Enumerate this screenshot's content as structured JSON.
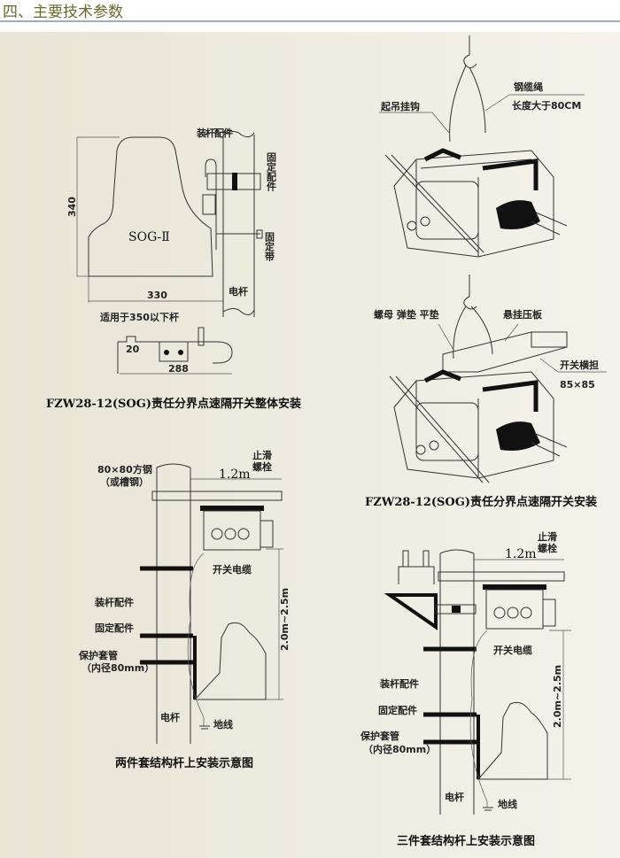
{
  "header": {
    "title": "四、主要技术参数"
  },
  "colors": {
    "title": "#6c6a2c",
    "rule": "#7f95a6",
    "panel": "#ebe7da"
  },
  "fig1": {
    "shield_label": "SOG-Ⅱ",
    "dim_height": "340",
    "dim_width": "330",
    "pole_fitting": "装杆配件",
    "fix_fitting": "固定配件",
    "fix_strap": "固定带",
    "pole": "电杆",
    "note": "适用于350以下杆",
    "bracket_dim_a": "20",
    "bracket_dim_b": "288",
    "caption": "FZW28-12(SOG)责任分界点速隔开关整体安装"
  },
  "fig2": {
    "lift_hook": "起吊挂钩",
    "cable": "钢缆绳",
    "cable_length": "长度大于80CM",
    "nut_washers": "螺母 弹垫 平垫",
    "hang_plate": "悬挂压板",
    "crossarm": "开关横担",
    "crossarm_size": "85×85",
    "caption": "FZW28-12(SOG)责任分界点速隔开关安装"
  },
  "fig3": {
    "steel": "80×80方钢",
    "steel_alt": "（或槽钢）",
    "span": "1.2m",
    "anti_slip_1": "止滑",
    "anti_slip_2": "螺栓",
    "switch_cable": "开关电缆",
    "pole_fitting": "装杆配件",
    "fix_fitting": "固定配件",
    "sleeve": "保护套管",
    "sleeve_dia": "（内径80mm）",
    "height": "2.0m~2.5m",
    "pole": "电杆",
    "ground": "地线",
    "caption": "两件套结构杆上安装示意图"
  },
  "fig4": {
    "span": "1.2m",
    "anti_slip_1": "止滑",
    "anti_slip_2": "螺栓",
    "switch_cable": "开关电缆",
    "pole_fitting": "装杆配件",
    "fix_fitting": "固定配件",
    "sleeve": "保护套管",
    "sleeve_dia": "（内径80mm）",
    "height": "2.0m~2.5m",
    "pole": "电杆",
    "ground": "地线",
    "caption": "三件套结构杆上安装示意图"
  }
}
